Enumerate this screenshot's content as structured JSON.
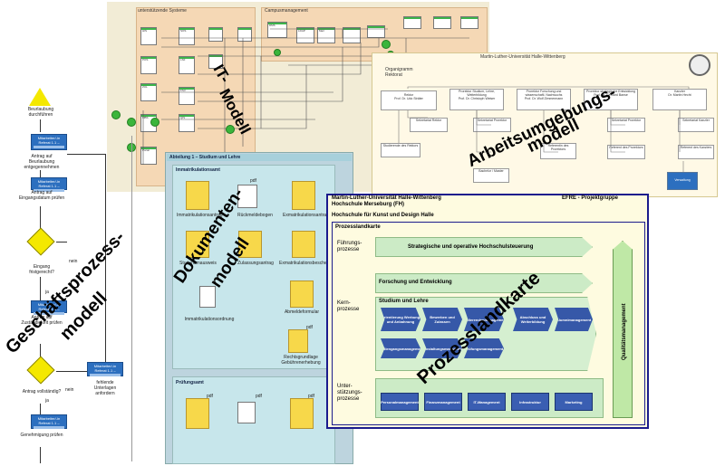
{
  "gpm": {
    "start_label": "Beurlaubung durchführen",
    "actor": "Mitarbeiter/-in Referat 1.1 –",
    "actor_short": "Mitarbeiter/-in Referat 1.1 –",
    "step1": "Antrag auf Beurlaubung entgegennehmen",
    "step2": "Antrag auf Eingangsdatum prüfen",
    "decision1": "Eingang fristgerecht?",
    "no1": "nein",
    "yes1": "ja",
    "step3": "Antrag auf Zuständigkeit prüfen",
    "decision2": "Antrag vollständig?",
    "no2": "nein",
    "yes2": "ja",
    "missing": "fehlende Unterlagen anfordern",
    "step4": "Genehmigung prüfen",
    "model_line1": "Geschäftsprozess-",
    "model_line2": "modell"
  },
  "it": {
    "group1": "unterstützende Systeme",
    "group2": "Campusmanagement",
    "model_line1": "IT-",
    "model_line2": "Modell",
    "box_labels": [
      "HIS",
      "SOS",
      "POS",
      "LSF",
      "ZUL",
      "FSV",
      "MBS",
      "QIS",
      "Portal",
      "DMS",
      "LDAP",
      "Mail"
    ]
  },
  "org": {
    "header": "Martin-Luther-Universität Halle-Wittenberg",
    "unit": "Organigramm Rektorat",
    "rektor": "Rektor",
    "rektor_name": "Prof. Dr. Udo Sträter",
    "prorektor1": "Prorektor Studium, Lehre, Weiterbildung",
    "prorektor1_name": "Prof. Dr. Christoph Weiser",
    "prorektor2": "Prorektor Forschung und wissenschaftl. Nachwuchs",
    "prorektor2_name": "Prof. Dr. Wolf Zimmermann",
    "prorektor3": "Prorektor strategische Entwicklung",
    "prorektor3_name": "Prof. Dr. Gerhard Banse",
    "kanzler": "Kanzler",
    "kanzler_name": "Dr. Martin Hecht",
    "sekretariat": "Sekretariat Rektor",
    "sekretariat2": "Sekretariat Prorektor",
    "sekretariat3": "Sekretariat Prorektor",
    "sekretariat4": "Sekretariat Kanzler",
    "referent1": "Referentin des Prorektors",
    "referent2": "Referent des Prorektors",
    "referent3": "Referent des Kanzlers",
    "studierende": "Studierende des Rektors",
    "bachelor": "Bachelor / Master",
    "verwaltung": "Verwaltung",
    "model_line1": "Arbeitsumgebungs-",
    "model_line2": "modell"
  },
  "docs": {
    "title": "Abteilung 1 – Studium und Lehre",
    "section1": "Immatrikulationsamt",
    "section2": "Prüfungsamt",
    "pdf": "pdf",
    "items": [
      "Immatrikulationsantrag",
      "Rückmeldebogen",
      "Exmatrikulationsantrag",
      "Studentenausweis",
      "Zulassungsantrag",
      "Exmatrikulationsbescheinigung",
      "Immatrikulationsordnung",
      "Abmeldeformular",
      "Rechtsgrundlage Gebührenerhebung"
    ],
    "model_line1": "Dokumenten-",
    "model_line2": "modell"
  },
  "pm": {
    "uni": "Martin-Luther-Universität Halle-Wittenberg",
    "hs1": "Hochschule Merseburg (FH)",
    "hs2": "Hochschule für Kunst und Design Halle",
    "project": "EFRE - Projektgruppe",
    "title": "Prozesslandkarte",
    "fuehrung": "Führungs- prozesse",
    "fuehrung_item": "Strategische und operative Hochschulsteuerung",
    "kern": "Kern- prozesse",
    "forschung": "Forschung und Entwicklung",
    "studium": "Studium und Lehre",
    "core": [
      "Orientierung Werbung und Anbahnung",
      "Bewerben und Zulassen",
      "Studierendenmanagement",
      "Abschluss und Weiterbildung",
      "Alumnimanagement",
      "Studiengangsmanagement",
      "Veranstaltungsmanagement",
      "Prüfungsmanagement"
    ],
    "unter": "Unter- stützungs- prozesse",
    "support": [
      "Personalmanagement",
      "Finanzmanagement",
      "IT-Management",
      "Infrastruktur",
      "Marketing"
    ],
    "quality": "Qualitätsmanagement",
    "model_label": "Prozesslandkarte"
  }
}
